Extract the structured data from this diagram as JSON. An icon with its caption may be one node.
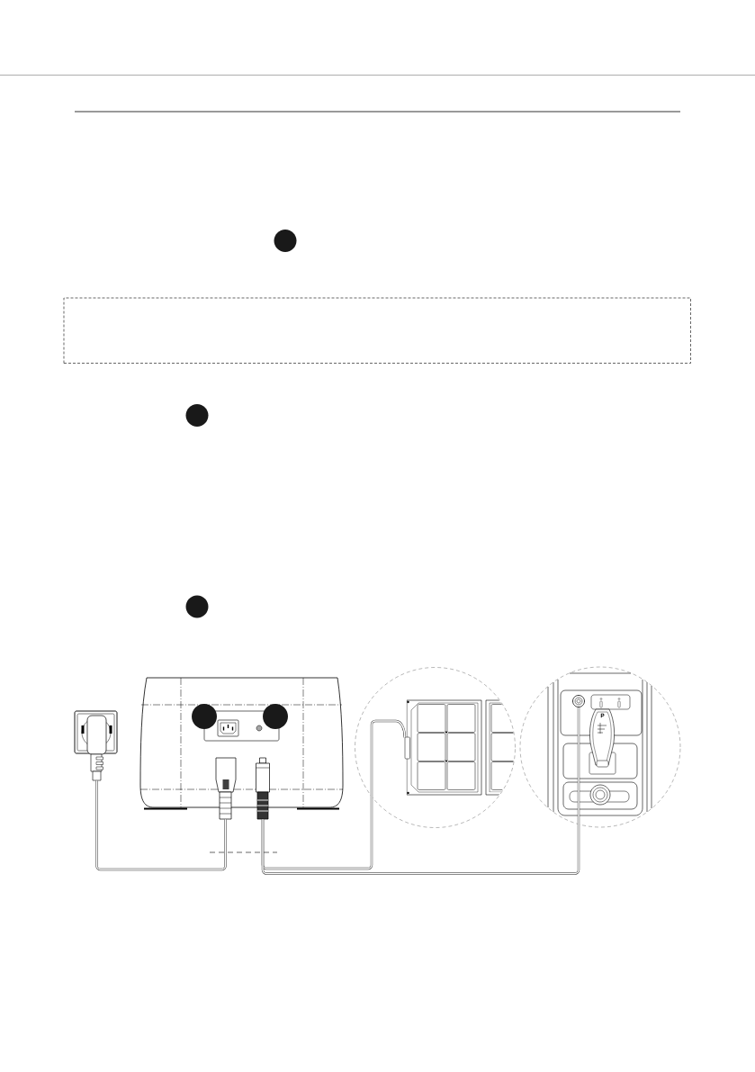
{
  "diagram": {
    "nodes": [
      {
        "text": [],
        "shape": "box"
      },
      {
        "text": [],
        "shape": "picture"
      },
      {
        "text": [],
        "shape": "picture"
      },
      {
        "text": [],
        "shape": "circle"
      },
      {
        "text": [],
        "shape": "picture",
        "in": 3
      },
      {
        "text": [],
        "shape": "circle"
      },
      {
        "text": [],
        "shape": "circle",
        "in": 5
      }
    ],
    "edges": [
      {
        "from": 1,
        "to": 2,
        "arrow": "none"
      },
      {
        "from": 2,
        "to": 4,
        "arrow": "none"
      },
      {
        "from": 2,
        "to": 6,
        "arrow": "none"
      }
    ],
    "labels": [
      "P"
    ]
  }
}
